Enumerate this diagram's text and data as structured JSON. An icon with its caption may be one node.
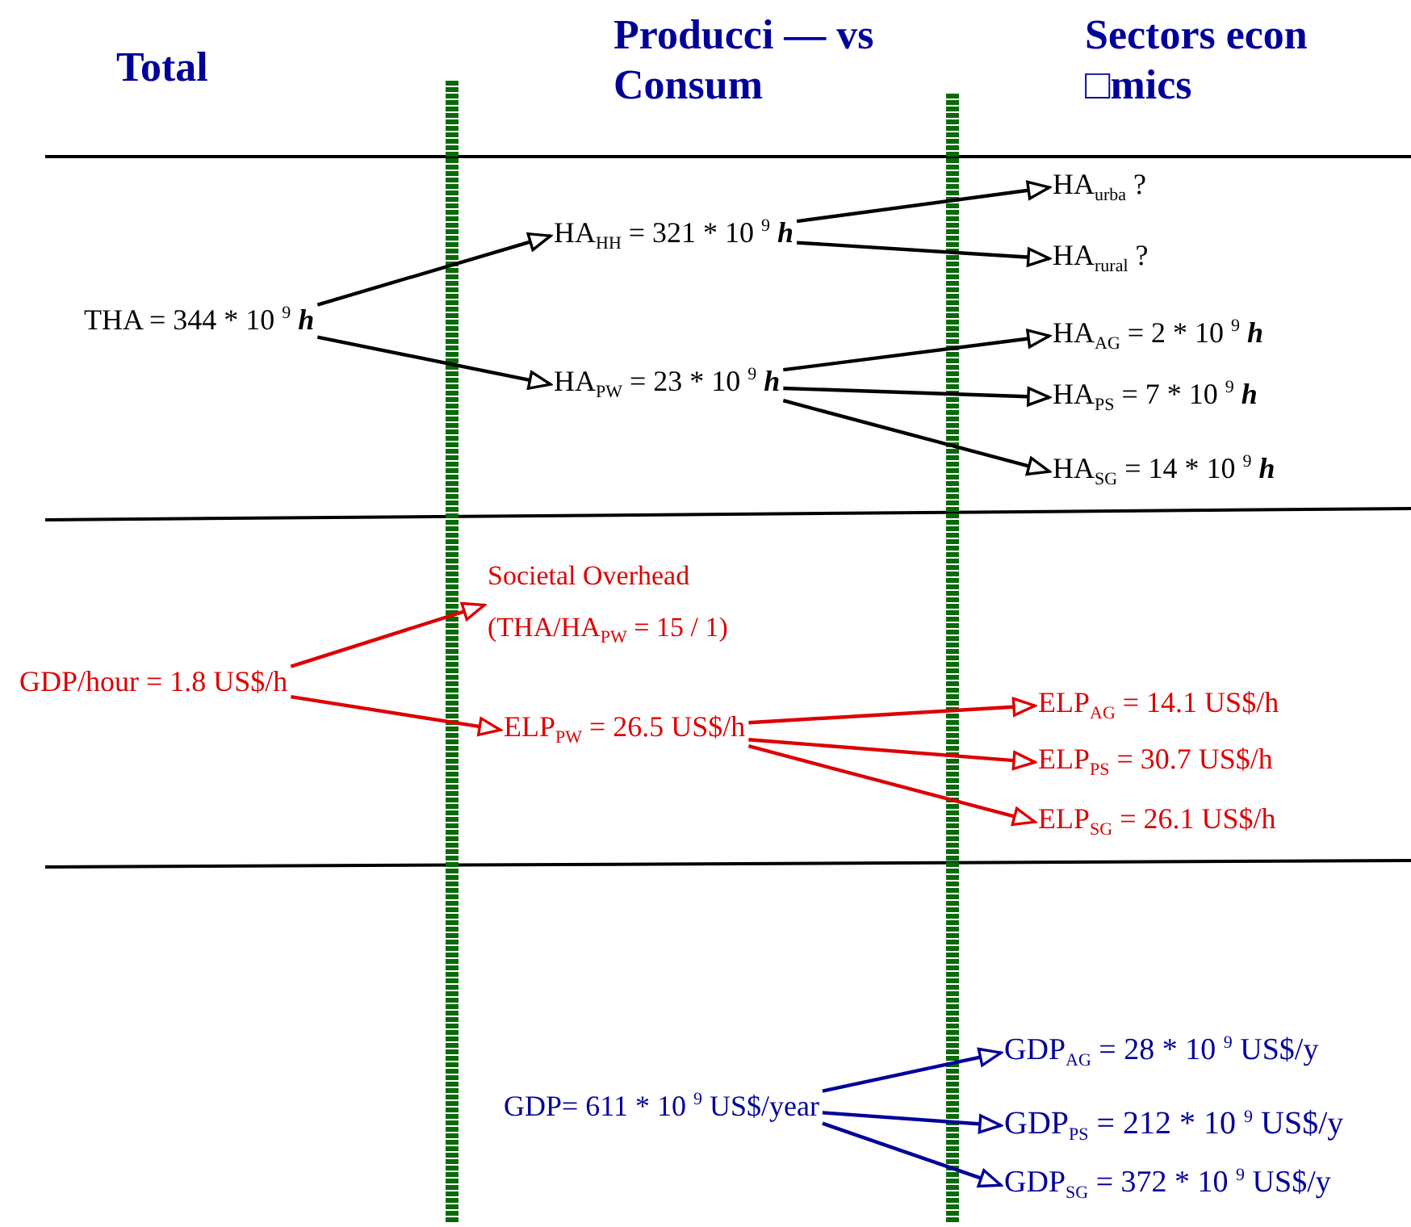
{
  "diagram": {
    "nodes": [
      {
        "text": [
          "THA = 344 * 10 $^{9}$ **h**"
        ]
      },
      {
        "text": [
          "HA$_{HH}$ = 321 * 10 $^{9}$ **h**"
        ]
      },
      {
        "text": [
          "HA$_{PW}$ = 23 * 10 $^{9}$ **h**"
        ]
      },
      {
        "text": [
          "HA$_{urba}$ ?"
        ]
      },
      {
        "text": [
          "HA$_{rural}$ ?"
        ]
      },
      {
        "text": [
          "HA$_{AG}$ = 2 * 10 $^{9}$ **h**"
        ]
      },
      {
        "text": [
          "HA$_{PS}$ = 7 * 10 $^{9}$ **h**"
        ]
      },
      {
        "text": [
          "HA$_{SG}$ = 14 * 10 $^{9}$ **h**"
        ]
      },
      {
        "text": [
          "GDP/hour = 1.8 US$/h"
        ]
      },
      {
        "text": [
          "Societal Overhead",
          "(THA/HA$_{PW}$ = 15 / 1)"
        ]
      },
      {
        "text": [
          "ELP$_{PW}$ = 26.5 US$/h"
        ]
      },
      {
        "text": [
          "ELP$_{AG}$ = 14.1 US$/h"
        ]
      },
      {
        "text": [
          "ELP$_{PS}$ = 30.7 US$/h"
        ]
      },
      {
        "text": [
          "ELP$_{SG}$ = 26.1 US$/h"
        ]
      },
      {
        "text": [
          "GDP= 611 * 10 $^{9}$ US$/year"
        ]
      },
      {
        "text": [
          "GDP$_{AG}$ = 28 * 10 $^{9}$ US$/y"
        ]
      },
      {
        "text": [
          "GDP$_{PS}$ = 212 * 10 $^{9}$ US$/y"
        ]
      },
      {
        "text": [
          "GDP$_{SG}$ = 372 * 10 $^{9}$ US$/y"
        ]
      }
    ],
    "edges": [
      {
        "from": 0,
        "to": 1,
        "arrow": "to"
      },
      {
        "from": 0,
        "to": 2,
        "arrow": "to"
      },
      {
        "from": 1,
        "to": 3,
        "arrow": "to"
      },
      {
        "from": 1,
        "to": 4,
        "arrow": "to"
      },
      {
        "from": 2,
        "to": 5,
        "arrow": "to"
      },
      {
        "from": 2,
        "to": 6,
        "arrow": "to"
      },
      {
        "from": 2,
        "to": 7,
        "arrow": "to"
      },
      {
        "from": 8,
        "to": 9,
        "arrow": "to",
        "color": "#dd0000"
      },
      {
        "from": 8,
        "to": 10,
        "arrow": "to",
        "color": "#dd0000"
      },
      {
        "from": 10,
        "to": 11,
        "arrow": "to",
        "color": "#dd0000"
      },
      {
        "from": 10,
        "to": 12,
        "arrow": "to",
        "color": "#dd0000"
      },
      {
        "from": 10,
        "to": 13,
        "arrow": "to",
        "color": "#dd0000"
      },
      {
        "from": 14,
        "to": 15,
        "arrow": "to",
        "color": "#000099"
      },
      {
        "from": 14,
        "to": 16,
        "arrow": "to",
        "color": "#000099"
      },
      {
        "from": 14,
        "to": 17,
        "arrow": "to",
        "color": "#000099"
      }
    ],
    "labels": [
      "Total",
      "Producci — vs Consum",
      "Sectors econ □mics"
    ]
  }
}
